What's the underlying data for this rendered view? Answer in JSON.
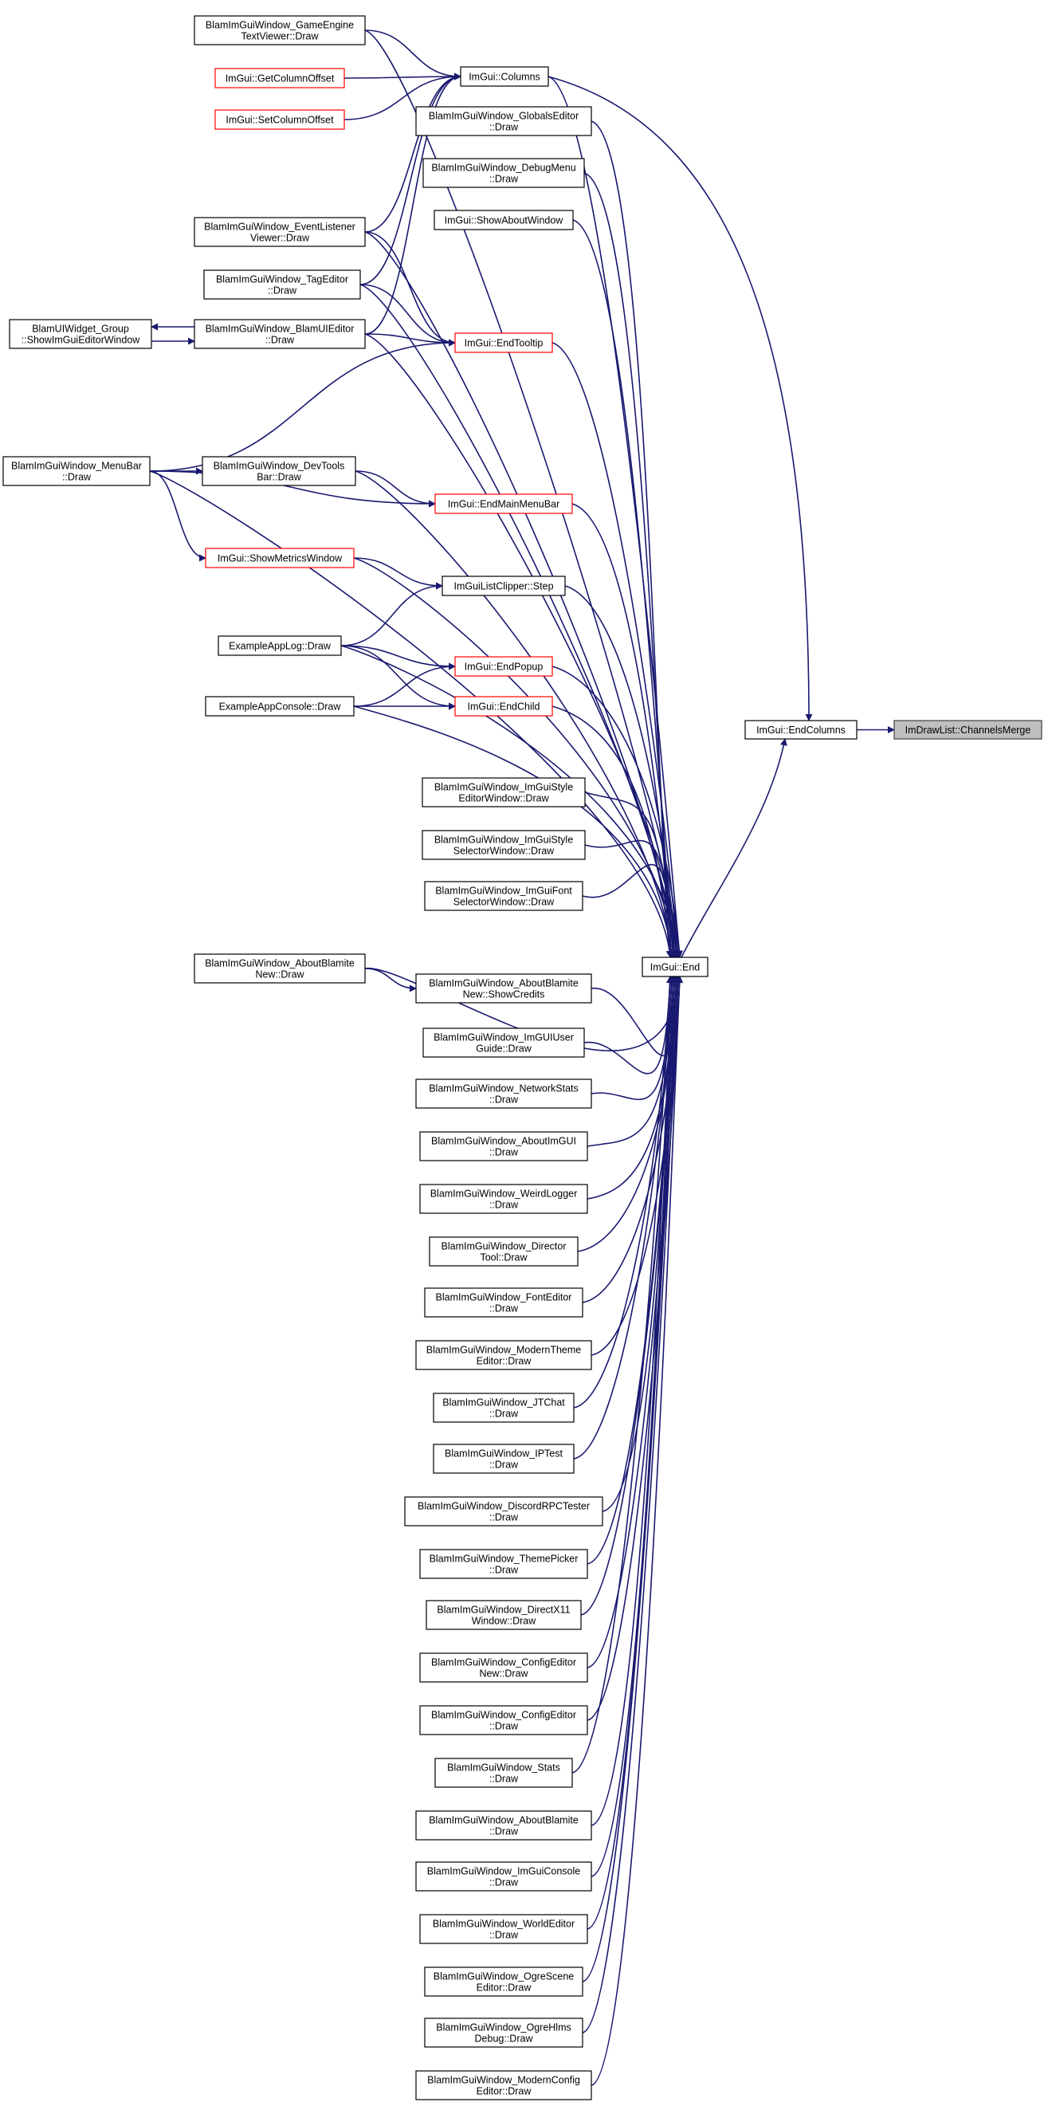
{
  "nodes": {
    "channels_merge": {
      "lines": [
        "ImDrawList::ChannelsMerge"
      ],
      "style": "focus"
    },
    "end_columns": {
      "lines": [
        "ImGui::EndColumns"
      ],
      "style": "normal"
    },
    "columns": {
      "lines": [
        "ImGui::Columns"
      ],
      "style": "normal"
    },
    "imgui_end": {
      "lines": [
        "ImGui::End"
      ],
      "style": "normal"
    },
    "game_engine_text_viewer": {
      "lines": [
        "BlamImGuiWindow_GameEngine",
        "TextViewer::Draw"
      ],
      "style": "normal"
    },
    "get_column_offset": {
      "lines": [
        "ImGui::GetColumnOffset"
      ],
      "style": "red"
    },
    "set_column_offset": {
      "lines": [
        "ImGui::SetColumnOffset"
      ],
      "style": "red"
    },
    "globals_editor": {
      "lines": [
        "BlamImGuiWindow_GlobalsEditor",
        "::Draw"
      ],
      "style": "normal"
    },
    "debug_menu": {
      "lines": [
        "BlamImGuiWindow_DebugMenu",
        "::Draw"
      ],
      "style": "normal"
    },
    "show_about_window": {
      "lines": [
        "ImGui::ShowAboutWindow"
      ],
      "style": "normal"
    },
    "event_listener_viewer": {
      "lines": [
        "BlamImGuiWindow_EventListener",
        "Viewer::Draw"
      ],
      "style": "normal"
    },
    "tag_editor": {
      "lines": [
        "BlamImGuiWindow_TagEditor",
        "::Draw"
      ],
      "style": "normal"
    },
    "blam_ui_editor": {
      "lines": [
        "BlamImGuiWindow_BlamUIEditor",
        "::Draw"
      ],
      "style": "normal"
    },
    "widget_group": {
      "lines": [
        "BlamUIWidget_Group",
        "::ShowImGuiEditorWindow"
      ],
      "style": "normal"
    },
    "end_tooltip": {
      "lines": [
        "ImGui::EndTooltip"
      ],
      "style": "red"
    },
    "menu_bar": {
      "lines": [
        "BlamImGuiWindow_MenuBar",
        "::Draw"
      ],
      "style": "normal"
    },
    "dev_tools_bar": {
      "lines": [
        "BlamImGuiWindow_DevTools",
        "Bar::Draw"
      ],
      "style": "normal"
    },
    "end_main_menu_bar": {
      "lines": [
        "ImGui::EndMainMenuBar"
      ],
      "style": "red"
    },
    "show_metrics_window": {
      "lines": [
        "ImGui::ShowMetricsWindow"
      ],
      "style": "red"
    },
    "list_clipper_step": {
      "lines": [
        "ImGuiListClipper::Step"
      ],
      "style": "normal"
    },
    "example_app_log": {
      "lines": [
        "ExampleAppLog::Draw"
      ],
      "style": "normal"
    },
    "end_popup": {
      "lines": [
        "ImGui::EndPopup"
      ],
      "style": "red"
    },
    "example_app_console": {
      "lines": [
        "ExampleAppConsole::Draw"
      ],
      "style": "normal"
    },
    "end_child": {
      "lines": [
        "ImGui::EndChild"
      ],
      "style": "red"
    },
    "style_editor_window": {
      "lines": [
        "BlamImGuiWindow_ImGuiStyle",
        "EditorWindow::Draw"
      ],
      "style": "normal"
    },
    "style_selector_window": {
      "lines": [
        "BlamImGuiWindow_ImGuiStyle",
        "SelectorWindow::Draw"
      ],
      "style": "normal"
    },
    "font_selector_window": {
      "lines": [
        "BlamImGuiWindow_ImGuiFont",
        "SelectorWindow::Draw"
      ],
      "style": "normal"
    },
    "about_blamite_new": {
      "lines": [
        "BlamImGuiWindow_AboutBlamite",
        "New::Draw"
      ],
      "style": "normal"
    },
    "about_blamite_new_credits": {
      "lines": [
        "BlamImGuiWindow_AboutBlamite",
        "New::ShowCredits"
      ],
      "style": "normal"
    },
    "user_guide": {
      "lines": [
        "BlamImGuiWindow_ImGUIUser",
        "Guide::Draw"
      ],
      "style": "normal"
    },
    "network_stats": {
      "lines": [
        "BlamImGuiWindow_NetworkStats",
        "::Draw"
      ],
      "style": "normal"
    },
    "about_imgui": {
      "lines": [
        "BlamImGuiWindow_AboutImGUI",
        "::Draw"
      ],
      "style": "normal"
    },
    "weird_logger": {
      "lines": [
        "BlamImGuiWindow_WeirdLogger",
        "::Draw"
      ],
      "style": "normal"
    },
    "director_tool": {
      "lines": [
        "BlamImGuiWindow_Director",
        "Tool::Draw"
      ],
      "style": "normal"
    },
    "font_editor": {
      "lines": [
        "BlamImGuiWindow_FontEditor",
        "::Draw"
      ],
      "style": "normal"
    },
    "modern_theme_editor": {
      "lines": [
        "BlamImGuiWindow_ModernTheme",
        "Editor::Draw"
      ],
      "style": "normal"
    },
    "jt_chat": {
      "lines": [
        "BlamImGuiWindow_JTChat",
        "::Draw"
      ],
      "style": "normal"
    },
    "ip_test": {
      "lines": [
        "BlamImGuiWindow_IPTest",
        "::Draw"
      ],
      "style": "normal"
    },
    "discord_rpc_tester": {
      "lines": [
        "BlamImGuiWindow_DiscordRPCTester",
        "::Draw"
      ],
      "style": "normal"
    },
    "theme_picker": {
      "lines": [
        "BlamImGuiWindow_ThemePicker",
        "::Draw"
      ],
      "style": "normal"
    },
    "directx11_window": {
      "lines": [
        "BlamImGuiWindow_DirectX11",
        "Window::Draw"
      ],
      "style": "normal"
    },
    "config_editor_new": {
      "lines": [
        "BlamImGuiWindow_ConfigEditor",
        "New::Draw"
      ],
      "style": "normal"
    },
    "config_editor": {
      "lines": [
        "BlamImGuiWindow_ConfigEditor",
        "::Draw"
      ],
      "style": "normal"
    },
    "stats": {
      "lines": [
        "BlamImGuiWindow_Stats",
        "::Draw"
      ],
      "style": "normal"
    },
    "about_blamite": {
      "lines": [
        "BlamImGuiWindow_AboutBlamite",
        "::Draw"
      ],
      "style": "normal"
    },
    "imgui_console": {
      "lines": [
        "BlamImGuiWindow_ImGuiConsole",
        "::Draw"
      ],
      "style": "normal"
    },
    "world_editor": {
      "lines": [
        "BlamImGuiWindow_WorldEditor",
        "::Draw"
      ],
      "style": "normal"
    },
    "ogre_scene_editor": {
      "lines": [
        "BlamImGuiWindow_OgreScene",
        "Editor::Draw"
      ],
      "style": "normal"
    },
    "ogre_hlms_debug": {
      "lines": [
        "BlamImGuiWindow_OgreHlms",
        "Debug::Draw"
      ],
      "style": "normal"
    },
    "modern_config_editor": {
      "lines": [
        "BlamImGuiWindow_ModernConfig",
        "Editor::Draw"
      ],
      "style": "normal"
    }
  },
  "edges": [
    [
      "end_columns",
      "channels_merge"
    ],
    [
      "columns",
      "end_columns"
    ],
    [
      "imgui_end",
      "end_columns"
    ],
    [
      "game_engine_text_viewer",
      "columns"
    ],
    [
      "get_column_offset",
      "columns"
    ],
    [
      "set_column_offset",
      "columns"
    ],
    [
      "event_listener_viewer",
      "columns"
    ],
    [
      "tag_editor",
      "columns"
    ],
    [
      "blam_ui_editor",
      "columns"
    ],
    [
      "blam_ui_editor",
      "widget_group"
    ],
    [
      "widget_group",
      "blam_ui_editor"
    ],
    [
      "event_listener_viewer",
      "end_tooltip"
    ],
    [
      "tag_editor",
      "end_tooltip"
    ],
    [
      "blam_ui_editor",
      "end_tooltip"
    ],
    [
      "menu_bar",
      "end_tooltip"
    ],
    [
      "menu_bar",
      "dev_tools_bar"
    ],
    [
      "menu_bar",
      "end_main_menu_bar"
    ],
    [
      "dev_tools_bar",
      "end_main_menu_bar"
    ],
    [
      "menu_bar",
      "show_metrics_window"
    ],
    [
      "show_metrics_window",
      "list_clipper_step"
    ],
    [
      "example_app_log",
      "list_clipper_step"
    ],
    [
      "example_app_log",
      "end_popup"
    ],
    [
      "example_app_console",
      "end_popup"
    ],
    [
      "example_app_log",
      "end_child"
    ],
    [
      "example_app_console",
      "end_child"
    ],
    [
      "about_blamite_new",
      "about_blamite_new_credits"
    ],
    [
      "game_engine_text_viewer",
      "imgui_end"
    ],
    [
      "columns",
      "imgui_end"
    ],
    [
      "globals_editor",
      "imgui_end"
    ],
    [
      "debug_menu",
      "imgui_end"
    ],
    [
      "show_about_window",
      "imgui_end"
    ],
    [
      "event_listener_viewer",
      "imgui_end"
    ],
    [
      "tag_editor",
      "imgui_end"
    ],
    [
      "end_tooltip",
      "imgui_end"
    ],
    [
      "blam_ui_editor",
      "imgui_end"
    ],
    [
      "menu_bar",
      "imgui_end"
    ],
    [
      "dev_tools_bar",
      "imgui_end"
    ],
    [
      "end_main_menu_bar",
      "imgui_end"
    ],
    [
      "show_metrics_window",
      "imgui_end"
    ],
    [
      "list_clipper_step",
      "imgui_end"
    ],
    [
      "example_app_log",
      "imgui_end"
    ],
    [
      "end_popup",
      "imgui_end"
    ],
    [
      "end_child",
      "imgui_end"
    ],
    [
      "example_app_console",
      "imgui_end"
    ],
    [
      "style_editor_window",
      "imgui_end"
    ],
    [
      "style_selector_window",
      "imgui_end"
    ],
    [
      "font_selector_window",
      "imgui_end"
    ],
    [
      "about_blamite_new",
      "imgui_end"
    ],
    [
      "about_blamite_new_credits",
      "imgui_end"
    ],
    [
      "user_guide",
      "imgui_end"
    ],
    [
      "network_stats",
      "imgui_end"
    ],
    [
      "about_imgui",
      "imgui_end"
    ],
    [
      "weird_logger",
      "imgui_end"
    ],
    [
      "director_tool",
      "imgui_end"
    ],
    [
      "font_editor",
      "imgui_end"
    ],
    [
      "modern_theme_editor",
      "imgui_end"
    ],
    [
      "jt_chat",
      "imgui_end"
    ],
    [
      "ip_test",
      "imgui_end"
    ],
    [
      "discord_rpc_tester",
      "imgui_end"
    ],
    [
      "theme_picker",
      "imgui_end"
    ],
    [
      "directx11_window",
      "imgui_end"
    ],
    [
      "config_editor_new",
      "imgui_end"
    ],
    [
      "config_editor",
      "imgui_end"
    ],
    [
      "stats",
      "imgui_end"
    ],
    [
      "about_blamite",
      "imgui_end"
    ],
    [
      "imgui_console",
      "imgui_end"
    ],
    [
      "world_editor",
      "imgui_end"
    ],
    [
      "ogre_scene_editor",
      "imgui_end"
    ],
    [
      "ogre_hlms_debug",
      "imgui_end"
    ],
    [
      "modern_config_editor",
      "imgui_end"
    ]
  ],
  "colors": {
    "edge": "#191970",
    "node_border": "#000000",
    "node_border_unresolved": "#ff0000",
    "focus_fill": "#bfbfbf"
  }
}
